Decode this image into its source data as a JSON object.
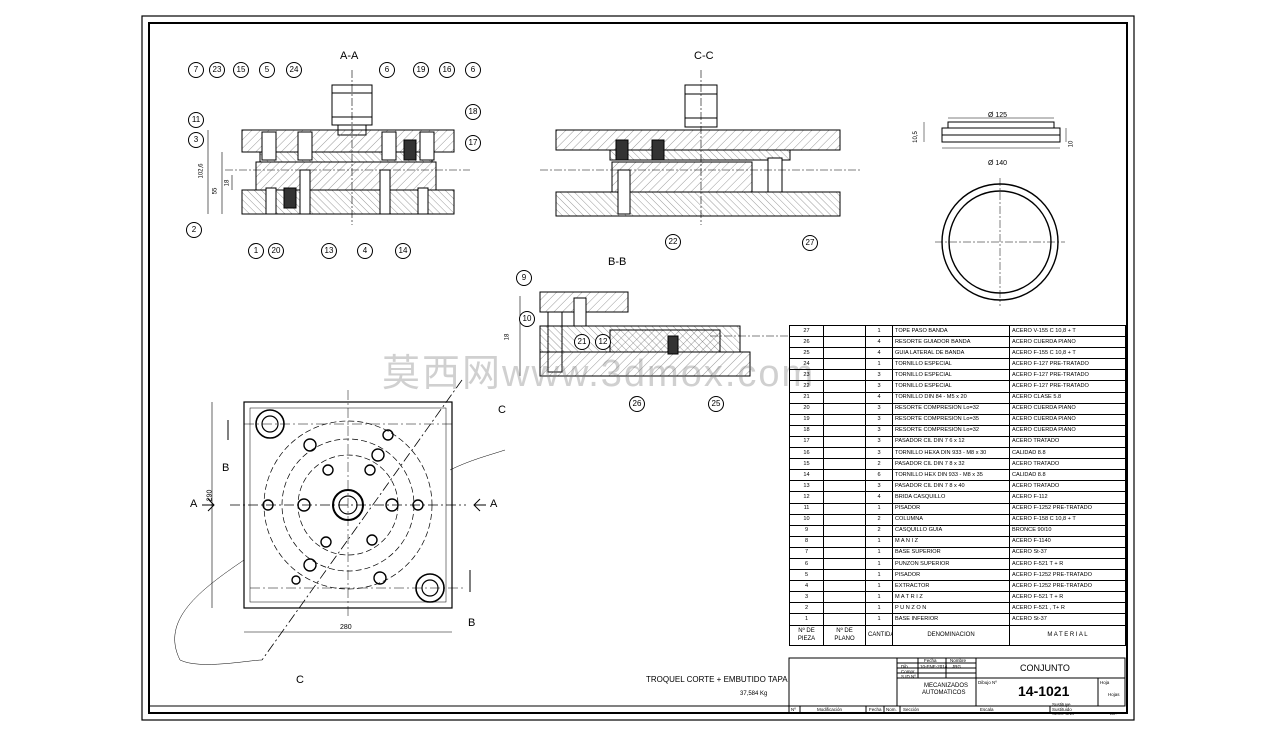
{
  "views": {
    "aa": "A-A",
    "cc": "C-C",
    "bb": "B-B",
    "plan_a_left": "A",
    "plan_a_right": "A",
    "plan_b_left": "B",
    "plan_b_right": "B",
    "plan_c_top": "C",
    "plan_c_bottom": "C"
  },
  "dimensions": {
    "d125": "Ø 125",
    "d140": "Ø 140",
    "h290": "290",
    "w280": "280",
    "d1026": "102,6",
    "d55": "55",
    "d18": "18",
    "d105": "10,5",
    "d10": "10"
  },
  "balloons": {
    "aa_top": [
      "7",
      "23",
      "15",
      "5",
      "24",
      "6",
      "19",
      "16",
      "6"
    ],
    "aa_left": [
      "11",
      "3"
    ],
    "aa_right": [
      "18",
      "17"
    ],
    "aa_bottom": [
      "2",
      "1",
      "20",
      "13",
      "4",
      "14"
    ],
    "cc": [
      "22",
      "27"
    ],
    "bb": [
      "9",
      "10",
      "21",
      "12",
      "26",
      "25"
    ]
  },
  "watermark": "莫西网www.3dmox.com",
  "parts": [
    {
      "n": "27",
      "q": "1",
      "d": "TOPE PASO BANDA",
      "m": "ACERO V-155 C 10,8 + T"
    },
    {
      "n": "26",
      "q": "4",
      "d": "RESORTE GUIADOR BANDA",
      "m": "ACERO CUERDA PIANO"
    },
    {
      "n": "25",
      "q": "4",
      "d": "GUIA LATERAL DE BANDA",
      "m": "ACERO F-155 C 10,8 + T"
    },
    {
      "n": "24",
      "q": "1",
      "d": "TORNILLO ESPECIAL",
      "m": "ACERO F-127 PRE-TRATADO"
    },
    {
      "n": "23",
      "q": "3",
      "d": "TORNILLO ESPECIAL",
      "m": "ACERO F-127 PRE-TRATADO"
    },
    {
      "n": "22",
      "q": "3",
      "d": "TORNILLO ESPECIAL",
      "m": "ACERO F-127 PRE-TRATADO"
    },
    {
      "n": "21",
      "q": "4",
      "d": "TORNILLO DIN 84 - M5 x 20",
      "m": "ACERO CLASE 5.8"
    },
    {
      "n": "20",
      "q": "3",
      "d": "RESORTE COMPRESION Lo=32",
      "m": "ACERO CUERDA PIANO"
    },
    {
      "n": "19",
      "q": "3",
      "d": "RESORTE COMPRESION Lo=35",
      "m": "ACERO CUERDA PIANO"
    },
    {
      "n": "18",
      "q": "3",
      "d": "RESORTE COMPRESION Lo=32",
      "m": "ACERO CUERDA PIANO"
    },
    {
      "n": "17",
      "q": "3",
      "d": "PASADOR CIL DIN 7  6 x 12",
      "m": "ACERO TRATADO"
    },
    {
      "n": "16",
      "q": "3",
      "d": "TORNILLO HEXA DIN 933 - M8 x 30",
      "m": "CALIDAD 8.8"
    },
    {
      "n": "15",
      "q": "2",
      "d": "PASADOR CIL DIN 7  8 x 32",
      "m": "ACERO TRATADO"
    },
    {
      "n": "14",
      "q": "6",
      "d": "TORNILLO HEX DIN 933 - M8 x 35",
      "m": "CALIDAD 8.8"
    },
    {
      "n": "13",
      "q": "3",
      "d": "PASADOR CIL DIN 7  8 x 40",
      "m": "ACERO TRATADO"
    },
    {
      "n": "12",
      "q": "4",
      "d": "BRIDA CASQUILLO",
      "m": "ACERO F-112"
    },
    {
      "n": "11",
      "q": "1",
      "d": "PISADOR",
      "m": "ACERO F-1252 PRE-TRATADO"
    },
    {
      "n": "10",
      "q": "2",
      "d": "COLUMNA",
      "m": "ACERO F-158 C 10,8 + T"
    },
    {
      "n": "9",
      "q": "2",
      "d": "CASQUILLO GUIA",
      "m": "BRONCE 90/10"
    },
    {
      "n": "8",
      "q": "1",
      "d": "M A N I Z",
      "m": "ACERO F-1140"
    },
    {
      "n": "7",
      "q": "1",
      "d": "BASE SUPERIOR",
      "m": "ACERO St-37"
    },
    {
      "n": "6",
      "q": "1",
      "d": "PUNZON SUPERIOR",
      "m": "ACERO F-521  T + R"
    },
    {
      "n": "5",
      "q": "1",
      "d": "PISADOR",
      "m": "ACERO F-1252 PRE-TRATADO"
    },
    {
      "n": "4",
      "q": "1",
      "d": "EXTRACTOR",
      "m": "ACERO F-1252 PRE-TRATADO"
    },
    {
      "n": "3",
      "q": "1",
      "d": "M A T R I Z",
      "m": "ACERO F-521  T + R"
    },
    {
      "n": "2",
      "q": "1",
      "d": "P U N Z O N",
      "m": "ACERO F-521 , T+ R"
    },
    {
      "n": "1",
      "q": "1",
      "d": "BASE INFERIOR",
      "m": "ACERO St-37"
    }
  ],
  "parts_header": {
    "n": "Nº DE PIEZA",
    "plano": "Nº DE PLANO",
    "cant": "CANTIDAD",
    "den": "DENOMINACION",
    "mat": "M A T E R I A L"
  },
  "title_block": {
    "title": "TROQUEL CORTE + EMBUTIDO TAPA",
    "weight": "37,584 Kg",
    "fecha": "Fecha",
    "nombre": "Nombre",
    "dib": "Dib.",
    "date": "10-ENE-2014",
    "compr": "Compr.",
    "set_label": "S.ID.Nº",
    "name": "JRG",
    "company_line1": "MECANIZADOS",
    "company_line2": "AUTOMATICOS",
    "set_title": "CONJUNTO",
    "drawing_number": "14-1021",
    "dibujo": "Dibujo Nº",
    "hoja": "Hoja",
    "hojas": "Hojas",
    "escala": "Escala",
    "sustituye": "Sustituye",
    "sustituido": "Sustituido",
    "mod": "Modificación",
    "fecha2": "Fecha",
    "nom2": "Nom.",
    "sec": "Sección",
    "e": "Nº",
    "set_code": "SECC. UNO",
    "a4": "A3+"
  }
}
